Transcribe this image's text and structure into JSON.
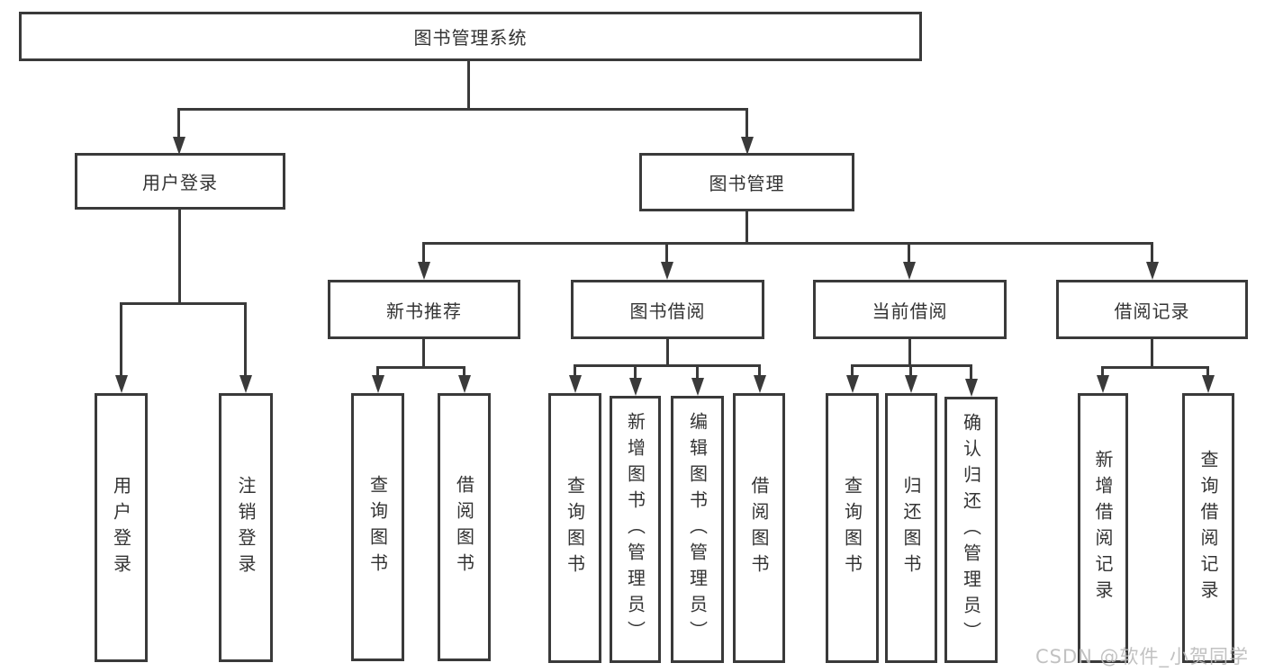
{
  "diagram": {
    "title": "图书管理系统",
    "children": [
      {
        "label": "用户登录",
        "children": [
          {
            "label": "用户登录"
          },
          {
            "label": "注销登录"
          }
        ]
      },
      {
        "label": "图书管理",
        "children": [
          {
            "label": "新书推荐",
            "children": [
              {
                "label": "查询图书"
              },
              {
                "label": "借阅图书"
              }
            ]
          },
          {
            "label": "图书借阅",
            "children": [
              {
                "label": "查询图书"
              },
              {
                "label": "新增图书（管理员）"
              },
              {
                "label": "编辑图书（管理员）"
              },
              {
                "label": "借阅图书"
              }
            ]
          },
          {
            "label": "当前借阅",
            "children": [
              {
                "label": "查询图书"
              },
              {
                "label": "归还图书"
              },
              {
                "label": "确认归还（管理员）"
              }
            ]
          },
          {
            "label": "借阅记录",
            "children": [
              {
                "label": "新增借阅记录"
              },
              {
                "label": "查询借阅记录"
              }
            ]
          }
        ]
      }
    ]
  },
  "watermark": {
    "text": "CSDN @软件_小贺同学"
  },
  "colors": {
    "line": "#3a3a3a",
    "text": "#333333",
    "watermark": "#bababa",
    "background": "#ffffff"
  }
}
